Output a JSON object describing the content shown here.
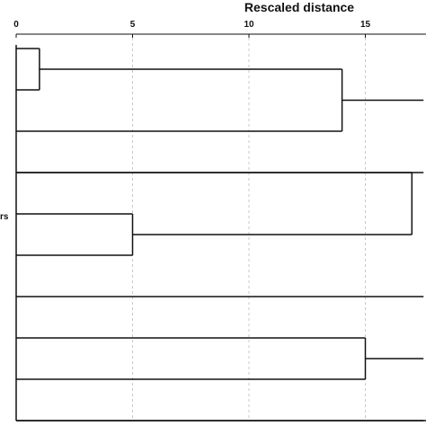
{
  "chart_data": {
    "type": "dendrogram",
    "title": "Rescaled distance",
    "x_ticks": [
      0,
      5,
      10,
      15
    ],
    "xlim": [
      0,
      17.5
    ],
    "grid": "vertical dashed at ticks",
    "side_label": "rs",
    "leaves": [
      "",
      "",
      "",
      "",
      "",
      "",
      "",
      "",
      "",
      ""
    ],
    "merges": [
      {
        "id": "m1",
        "a": "L1",
        "b": "L2",
        "distance": 1
      },
      {
        "id": "m2",
        "a": "m1",
        "b": "L3",
        "distance": 14
      },
      {
        "id": "m3",
        "a": "L5",
        "b": "L6",
        "distance": 5
      },
      {
        "id": "m4",
        "a": "L4",
        "b": "m3",
        "distance": 17
      },
      {
        "id": "m5",
        "a": "L8",
        "b": "L9",
        "distance": 15
      }
    ],
    "offscreen_links": [
      {
        "from": "m2",
        "to_distance": 17.5
      },
      {
        "from": "L4",
        "to_distance": 17.5
      },
      {
        "from": "L7",
        "to_distance": 17.5
      },
      {
        "from": "m5",
        "to_distance": 17.5
      },
      {
        "from": "L10",
        "to_distance": 17.5
      }
    ]
  }
}
